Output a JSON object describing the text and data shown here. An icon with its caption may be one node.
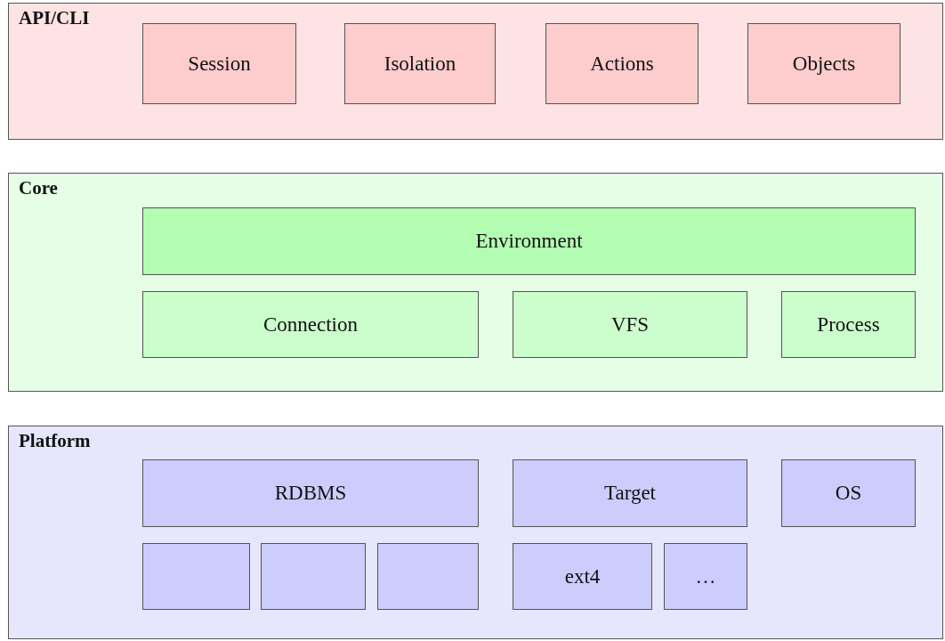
{
  "diagram": {
    "nodes": [
      {
        "text": [
          "API/CLI"
        ]
      },
      {
        "text": [
          "Session"
        ],
        "in": 0
      },
      {
        "text": [
          "Isolation"
        ],
        "in": 0
      },
      {
        "text": [
          "Actions"
        ],
        "in": 0
      },
      {
        "text": [
          "Objects"
        ],
        "in": 0
      },
      {
        "text": [
          "Core"
        ]
      },
      {
        "text": [
          "Environment"
        ],
        "in": 5
      },
      {
        "text": [
          "Connection"
        ],
        "in": 5
      },
      {
        "text": [
          "VFS"
        ],
        "in": 5
      },
      {
        "text": [
          "Process"
        ],
        "in": 5
      },
      {
        "text": [
          "Platform"
        ]
      },
      {
        "text": [
          "RDBMS"
        ],
        "in": 10
      },
      {
        "text": [
          "Target"
        ],
        "in": 10
      },
      {
        "text": [
          "OS"
        ],
        "in": 10
      },
      {
        "text": [],
        "shape": "box",
        "in": 10
      },
      {
        "text": [],
        "shape": "box",
        "in": 10
      },
      {
        "text": [],
        "shape": "box",
        "in": 10
      },
      {
        "text": [
          "ext4"
        ],
        "in": 10
      },
      {
        "text": [
          "…"
        ],
        "in": 10
      }
    ]
  }
}
